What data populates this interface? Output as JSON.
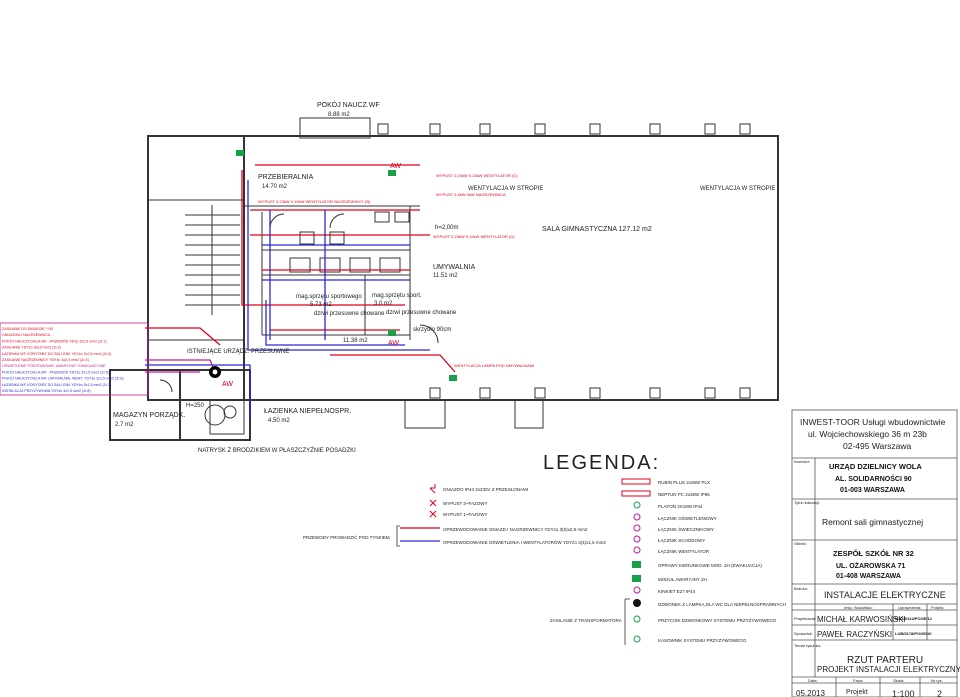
{
  "rooms": {
    "pokoj_nauczyciel": {
      "name": "POKÓJ NAUCZ.WF",
      "area": "8.88 m2"
    },
    "przebieralnia": {
      "name": "PRZEBIERALNIA",
      "area": "14.70 m2"
    },
    "sala": "SALA GIMNASTYCZNA  127.12 m2",
    "umywalnia": {
      "name": "UMYWALNIA",
      "area": "11.51 m2"
    },
    "mag1": {
      "name": "mag.sprzętu sportowego",
      "area": "5.73 m2"
    },
    "mag2": {
      "name": "mag.sprzętu sport.",
      "area": "3.0 m2"
    },
    "drzwi1": "dzrwi przesuwne chowane",
    "drzwi2": "dzrwi przesuwne chowane",
    "area_1138": "11.38 m2",
    "istniejace": "ISTNIEJĄCE URZĄDZ. PRZESUWNE",
    "magazyn": {
      "name": "MAGAZYN PORZĄDK.",
      "area": "2.7 m2"
    },
    "lazienka": {
      "name": "ŁAZIENKA NIEPEŁNOSPR.",
      "area": "4.50 m2"
    },
    "natrysk": "NATRYSK Z BRODZIKIEM W PŁASZCZYŹNIE POSADZKI",
    "h200": "h=2,00m",
    "h250": "H=250",
    "skrzydlo": "skrzydło 90cm"
  },
  "annotations": {
    "went1": "WENTYLACJA W STROPIE",
    "went2": "WENTYLACJA W STROPIE",
    "wypust1": "WYPUST 0,23kW 0,15kW WENTYLATOR   (C)",
    "wypust2": "WYPUST 0,4kW  0kW  NAGRZEWNICA",
    "wypust3": "WYPUST 0,23kW 0,15kW WENTYLATOR NAGRZEWNICY (B)",
    "wypust4": "WYPUST 0,23kW 0,15kW WENTYLATOR (D)",
    "wyciag": "WENTYLACJA LAMPA POD UMYWALNIAMI",
    "av1": "AW",
    "av2": "AW",
    "av3": "AW"
  },
  "notes_box": [
    "ZASILANIE DO DWUKOŃ 7+30",
    "GNIAZDKA I NAGRZEWNICA",
    "POKÓJ NAUCZYCIELA WF - PRZEWÓD YDYp 3x2,5 mm2 (Zr.1)",
    "ZASILANIE YDYżo 3x2,5 mm2 (Zr.2)",
    "ŁAZIENKA WF, KORYTARZ DO SALI GIM. YDYżo 3x2,5 mm2 (Zr.3)",
    "ZASILANIE NAGRZEWNICY YDYżo 3x2,5 mm2 (Zr.4)",
    "OŚWIETLENIE PODSTAWOWE, AWARYJNE I EWAKUACYJNE",
    "POKÓJ NAUCZYCIELA WF - PRZEWÓD YDYżo 3x1,5 mm2 (Zr.5)",
    "POKÓJ NAUCZYCIELA WF, UMYWALNIA, WENT. YDYżo 3x1,5 mm2 (Zr.6)",
    "ŁAZIENKA WF, KORYTARZ DO SALI GIM. YDYżo 3x1,5 mm2 (Zr.7)",
    "INSTALACJA PRZYZYWOWA YDYżo 3x1,5 mm2 (Zr.8)"
  ],
  "legend": {
    "title": "LEGENDA:",
    "left_items": [
      "GNIAZDO IP44 2x230V Z PRZESŁONAMI",
      "WYPUST 3~FAZOWY",
      "WYPUST 1~FAZOWY",
      "OPRZEWODOWANIE GNIAZD I NAGRZEWNICY YDYżo 3(5)x2,5 mm2",
      "OPRZEWODOWANIE OŚWIETLENIA I WENTYLATORÓW YDYżo 3(4)x1,5 mm2"
    ],
    "przewody": "PRZEWODY PROWADZIĆ POD TYNKIEM",
    "zasilanie": "ZASILANIE Z TRANSFORMATORA",
    "right_items": [
      "RUBIN PLUS 2x36W PLX",
      "NEPTUN PC 2x36W IP65",
      "PLAFON 2X18W IP44",
      "ŁĄCZNIK OŚWIETLENIOWY",
      "ŁĄCZNIK ŚWIECZNIKOWY",
      "ŁĄCZNIK SCHODOWY",
      "ŁĄCZNIK WENTYLATOR",
      "OPRAWY KIERUNKOWE MOD. 2H (EWAKUACJA)",
      "MODUŁ AWARYJNY 2H",
      "KINKIET E27 IP44",
      "DZWONEK Z LAMPKĄ DLA WC DLA NIEPEŁNOSPRAWNYCH",
      "PRZYCISK DZWONKOWY SYSTEMU PRZYZYWOWEGO",
      "KASOWNIK SYSTEMU PRZYZYWOWEGO"
    ]
  },
  "title_block": {
    "company_line1": "INWEST-TOOR Usługi wbudownictwie",
    "company_line2": "ul. Wojciechowskiego 36 m 23b",
    "company_line3": "02-495 Warszawa",
    "inwestor_label": "Inwestor:",
    "inwestor_line1": "URZĄD DZIELNICY WOLA",
    "inwestor_line2": "AL. SOLIDARNOŚCI 90",
    "inwestor_line3": "01-003 WARSZAWA",
    "tytul_label": "Tytuł realizacji:",
    "tytul": "Remont sali gimnastycznej",
    "obiekt_label": "Obiekt:",
    "obiekt_line1": "ZESPÓŁ SZKÓŁ NR 32",
    "obiekt_line2": "UL. OŻAROWSKA 71",
    "obiekt_line3": "01-408 WARSZAWA",
    "branza_label": "Branża:",
    "branza": "INSTALACJE ELEKTRYCZNE",
    "col_imie": "Imię i Nazwisko:",
    "col_upr": "Uprawnienia:",
    "col_podpis": "Podpis:",
    "projektowal_label": "Projektował:",
    "projektowal": "MICHAŁ KARWOSIŃSKI",
    "projektowal_upr": "MAZ/0124/POOE/12",
    "sprawdzil_label": "Sprawdził:",
    "sprawdzil": "PAWEŁ RACZYŃSKI",
    "sprawdzil_upr": "LUB/0178/POOE/10",
    "temat_label": "Temat rysunku:",
    "temat_line1": "RZUT PARTERU",
    "temat_line2": "PROJEKT INSTALACJI ELEKTRYCZNYCH",
    "data_label": "Data:",
    "faza_label": "Faza:",
    "skala_label": "Skala:",
    "nr_label": "Nr rys.",
    "data": "05.2013",
    "faza": "Projekt",
    "skala": "1:100",
    "nr": "2"
  }
}
